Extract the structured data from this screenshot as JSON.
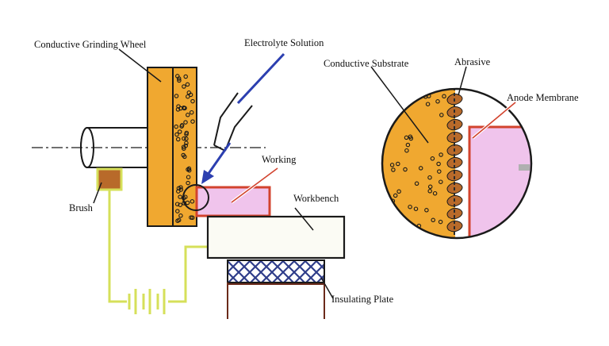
{
  "labels": {
    "grinding_wheel": "Conductive Grinding Wheel",
    "electrolyte": "Electrolyte Solution",
    "substrate": "Conductive Substrate",
    "abrasive": "Abrasive",
    "anode_membrane": "Anode Membrane",
    "working": "Working",
    "brush": "Brush",
    "workbench": "Workbench",
    "insulating_plate": "Insulating Plate"
  },
  "colors": {
    "wheel_fill": "#f0a830",
    "workpiece_fill": "#f0c4ec",
    "workpiece_border": "#d2432e",
    "brush_fill": "#b86a2a",
    "wire": "#d6e05a",
    "arrow": "#2c3fb0",
    "insulator_pattern": "#2f3d8a",
    "outline": "#1a1a1a"
  }
}
